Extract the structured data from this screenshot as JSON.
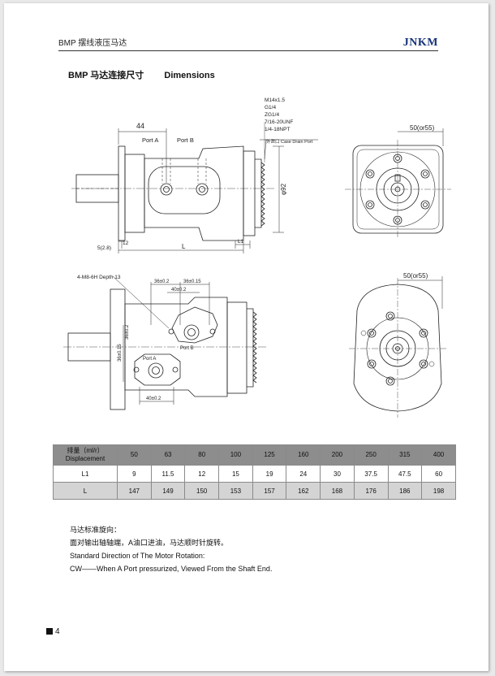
{
  "header": {
    "left_label": "BMP 摆线液压马达",
    "brand": "JNKM"
  },
  "section": {
    "title_cn": "BMP 马达连接尺寸",
    "title_en": "Dimensions"
  },
  "drawing": {
    "thread_list": [
      "M14x1.5",
      "G1/4",
      "ZG1/4",
      "7/16-20UNF",
      "1/4-18NPT"
    ],
    "case_drain": "外泄口 Case Drain Port",
    "port_a": "Port A",
    "port_b": "Port B",
    "dim_44": "44",
    "dim_dia92": "φ92",
    "dim_12": "12",
    "dim_5": "5(2.8)",
    "dim_L": "L",
    "dim_L1": "L1",
    "dim_50_top": "50(or55)",
    "dim_50_bottom": "50(or55)",
    "depth_note": "4-M8-6H Depth 13",
    "dim_36a": "36±0.2",
    "dim_36b": "36±0.15",
    "dim_40a": "40±0.2",
    "dim_40b": "40±0.2",
    "dim_36v": "36±0.15",
    "dim_36v2": "36±0.2",
    "port_a_small": "Port A",
    "port_b_small": "Port B"
  },
  "table": {
    "header_first": [
      "排量（ml/r）",
      "Displacement"
    ],
    "columns": [
      "50",
      "63",
      "80",
      "100",
      "125",
      "160",
      "200",
      "250",
      "315",
      "400"
    ],
    "rows": [
      {
        "label": "L1",
        "values": [
          "9",
          "11.5",
          "12",
          "15",
          "19",
          "24",
          "30",
          "37.5",
          "47.5",
          "60"
        ]
      },
      {
        "label": "L",
        "values": [
          "147",
          "149",
          "150",
          "153",
          "157",
          "162",
          "168",
          "176",
          "186",
          "198"
        ]
      }
    ]
  },
  "notes": {
    "line1": "马达标准旋向：",
    "line2": "面对输出轴轴端，A油口进油，马达顺时针旋转。",
    "line3": "Standard Direction  of The Motor Rotation:",
    "line4": "CW——When A Port pressurized, Viewed From the Shaft End."
  },
  "footer": {
    "page_number": "4"
  }
}
